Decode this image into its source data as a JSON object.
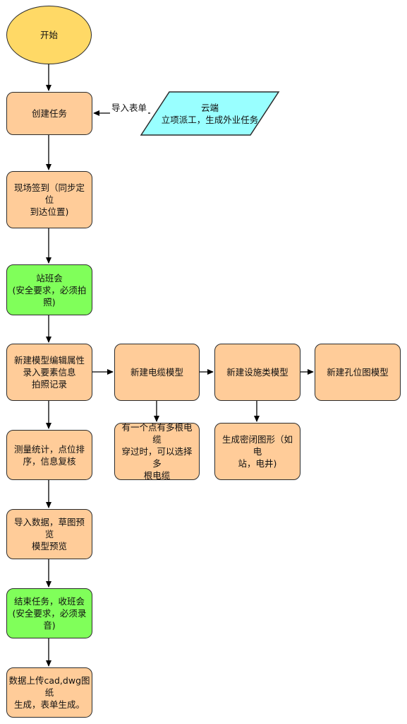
{
  "diagram": {
    "start": "开始",
    "create_task": "创建任务",
    "import_form_label": "导入表单",
    "cloud": "云端\n立项派工，生成外业任务",
    "sign_in": "现场签到（同步定位\n到达位置)",
    "shift_meeting": "站班会\n(安全要求，必须拍\n照)",
    "new_model": "新建模型编辑属性\n录入要素信息\n拍照记录",
    "cable_model": "新建电缆模型",
    "cable_note": "有一个点有多根电缆\n穿过时，可以选择多\n根电缆",
    "facility_model": "新建设施类模型",
    "facility_note": "生成密闭图形（如电\n站，电井)",
    "hole_model": "新建孔位图模型",
    "measure": "测量统计，点位排\n序，信息复核",
    "import_data": "导入数据，草图预览\n模型预览",
    "end_task": "结束任务，收班会\n(安全要求，必须录\n音)",
    "upload": "数据上传cad,dwg图纸\n生成，表单生成。"
  },
  "colors": {
    "process": "#ffcc99",
    "safety": "#80ff5a",
    "start": "#ffd966",
    "cloud": "#99ffff",
    "stroke": "#2b2b2b"
  }
}
